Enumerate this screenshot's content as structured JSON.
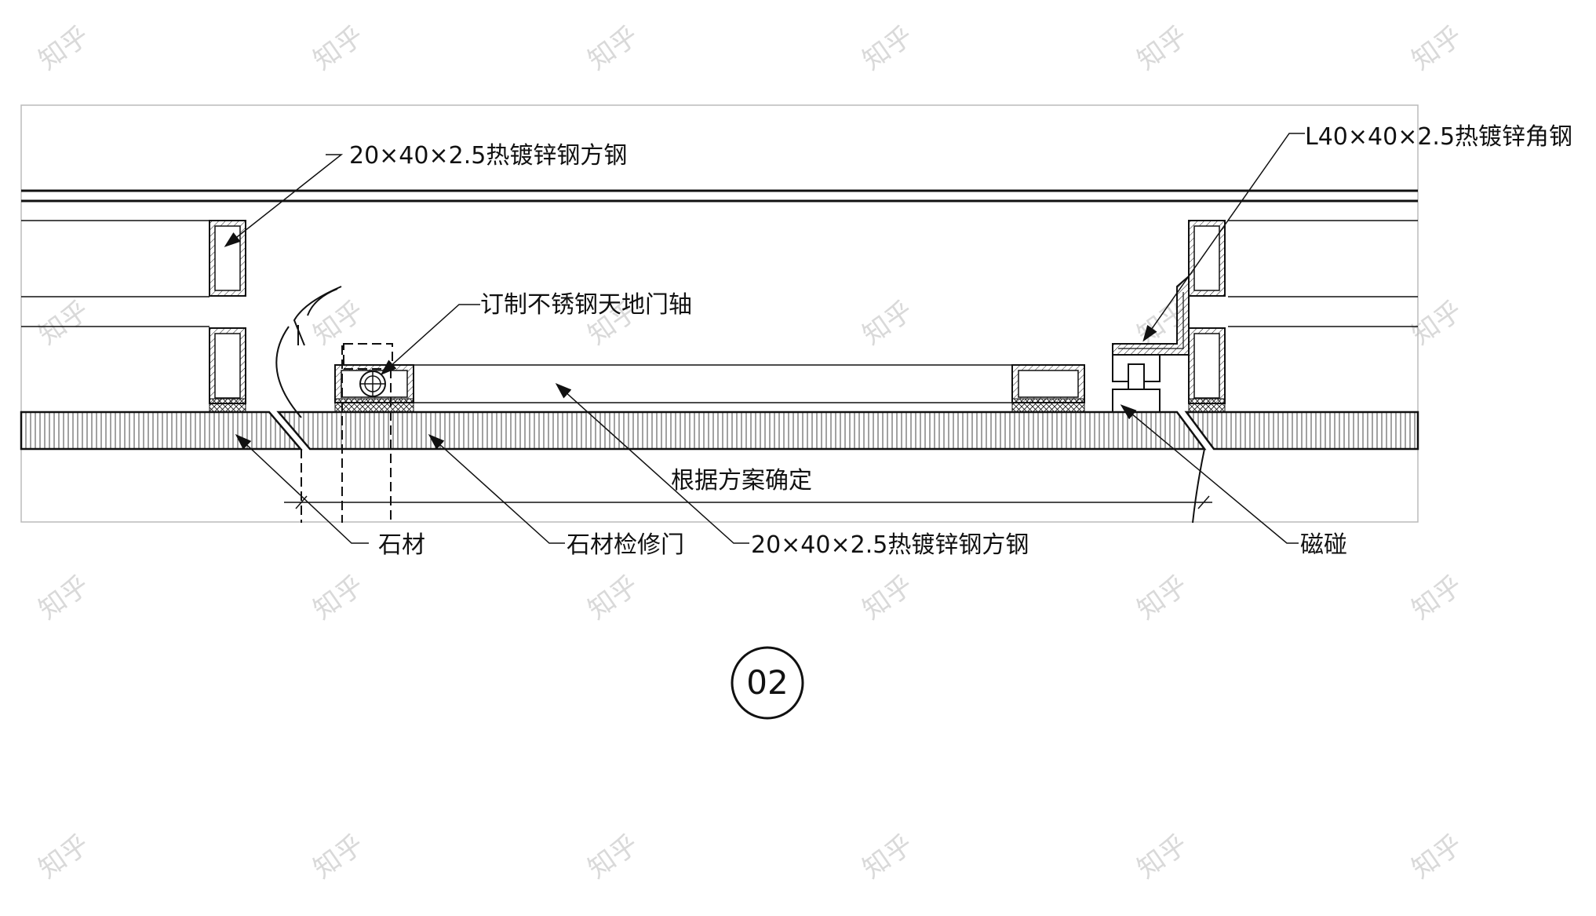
{
  "labels": {
    "top_left_tube": "20×40×2.5热镀锌钢方钢",
    "top_right_angle": "L40×40×2.5热镀锌角钢",
    "hinge": "订制不锈钢天地门轴",
    "dimension": "根据方案确定",
    "stone": "石材",
    "stone_door": "石材检修门",
    "bottom_tube": "20×40×2.5热镀锌钢方钢",
    "magnet": "磁碰"
  },
  "detail_number": "02",
  "watermark": "知乎",
  "colors": {
    "line": "#111111",
    "paper": "#ffffff",
    "watermark": "#d9d9d9"
  }
}
